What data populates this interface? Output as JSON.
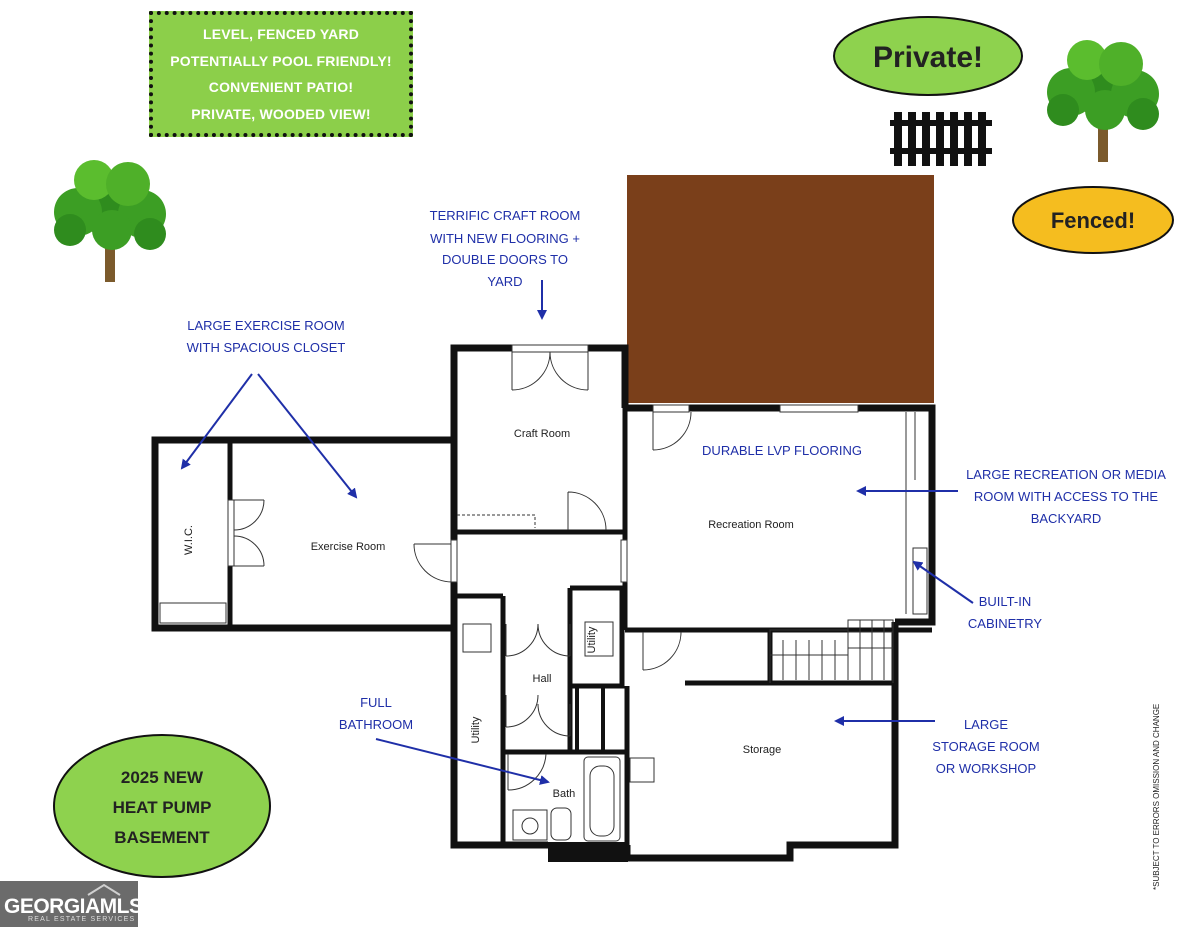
{
  "highlights": {
    "lines": [
      "LEVEL, FENCED YARD",
      "POTENTIALLY POOL FRIENDLY!",
      "CONVENIENT PATIO!",
      "PRIVATE, WOODED VIEW!"
    ]
  },
  "badges": {
    "private": "Private!",
    "fenced": "Fenced!",
    "basement": [
      "2025 NEW",
      "HEAT PUMP",
      "BASEMENT"
    ]
  },
  "annotations": {
    "craft_room": [
      "TERRIFIC CRAFT ROOM",
      "WITH NEW FLOORING +",
      "DOUBLE DOORS TO",
      "YARD"
    ],
    "exercise_room": [
      "LARGE EXERCISE ROOM",
      "WITH SPACIOUS CLOSET"
    ],
    "lvp": "DURABLE LVP FLOORING",
    "recreation": [
      "LARGE RECREATION OR MEDIA",
      "ROOM WITH ACCESS TO THE",
      "BACKYARD"
    ],
    "cabinetry": [
      "BUILT-IN",
      "CABINETRY"
    ],
    "bathroom": [
      "FULL",
      "BATHROOM"
    ],
    "storage": [
      "LARGE",
      "STORAGE ROOM",
      "OR WORKSHOP"
    ]
  },
  "rooms": {
    "wic": "W.I.C.",
    "exercise": "Exercise Room",
    "craft": "Craft Room",
    "recreation": "Recreation Room",
    "utility_small": "Utility",
    "hall": "Hall",
    "utility_left": "Utility",
    "bath": "Bath",
    "storage": "Storage"
  },
  "logo": {
    "main": "GEORGIAMLS",
    "sub": "REAL ESTATE SERVICES"
  },
  "disclaimer": "*SUBJECT TO ERRORS OMISSION AND CHANGE",
  "colors": {
    "annotation_text": "#1f2fa8",
    "patio": "#7a3f1a",
    "note_fill": "#8ccf4a",
    "private_fill": "#8ed24e",
    "fenced_fill": "#f5bd1f",
    "basement_fill": "#8ed24e"
  },
  "icons": [
    "tree-icon",
    "fence-icon",
    "arrow-icon"
  ]
}
